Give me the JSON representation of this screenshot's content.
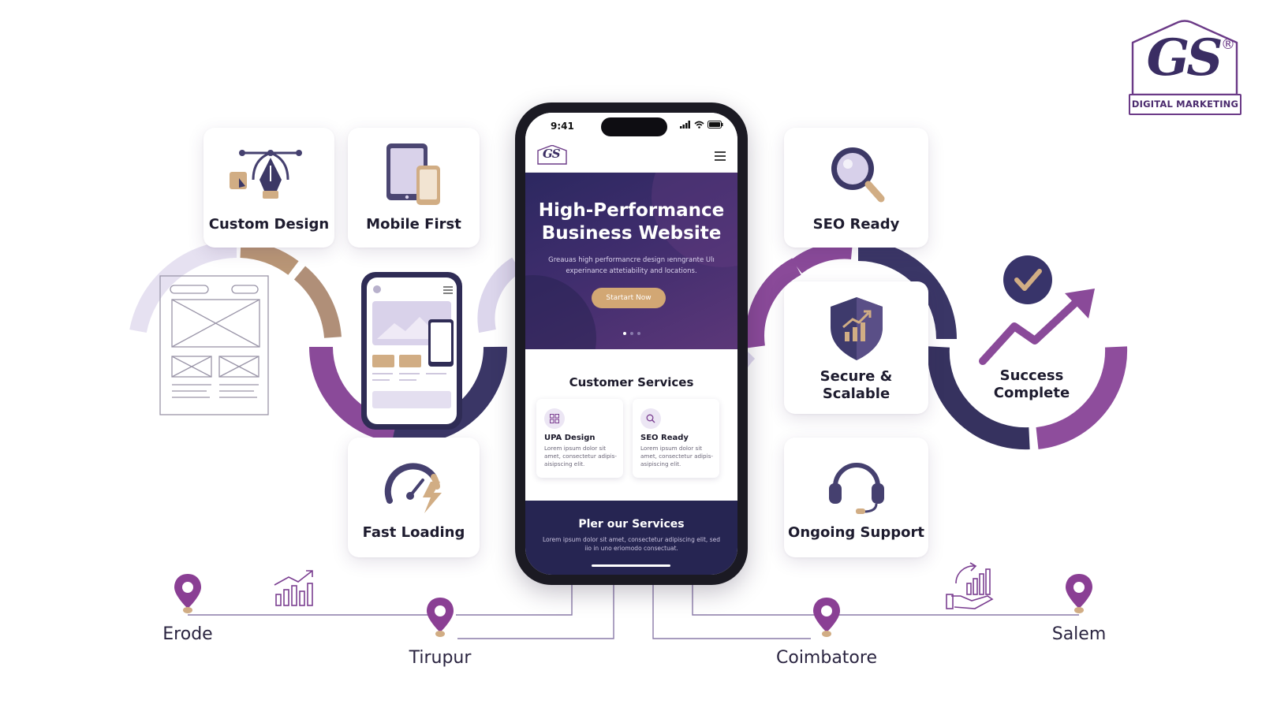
{
  "brand": {
    "logo_text": "GS",
    "registered_mark": "®",
    "subtitle": "DIGITAL MARKETING"
  },
  "features": [
    {
      "label": "Custom Design",
      "icon": "pen-tool-icon"
    },
    {
      "label": "Mobile First",
      "icon": "devices-icon"
    },
    {
      "label": "Fast Loading",
      "icon": "speedometer-icon"
    },
    {
      "label": "SEO Ready",
      "icon": "magnifier-icon"
    },
    {
      "label": "Secure & Scalable",
      "icon": "shield-chart-icon"
    },
    {
      "label": "Ongoing Support",
      "icon": "headset-icon"
    },
    {
      "label": "Success Complete",
      "icon": "trend-arrow-icon"
    }
  ],
  "phone": {
    "status_time": "9:41",
    "header_logo": "GS",
    "hero": {
      "title": "High-Performance Business Website",
      "text": "Greauas high performancre design ıenngrante Ulı experinance attetiability and locations.",
      "button": "Startart Now"
    },
    "services_title": "Customer Services",
    "services": [
      {
        "title": "UPA Design",
        "text": "Lorem ipsum dolor sit amet, consectetur adipis-aisipscing elit.",
        "icon": "grid-icon"
      },
      {
        "title": "SEO Ready",
        "text": "Lorem ipsum dolor sit amet, consectetur adipis-asipiscing elit.",
        "icon": "search-icon"
      }
    ],
    "footer_title": "Pler our Services",
    "footer_text": "Lorem ipsum dolor sit amet, consectetur adipiscing elit, sed iio in uno eriomodo consectuat."
  },
  "locations": [
    "Erode",
    "Tirupur",
    "Coimbatore",
    "Salem"
  ],
  "colors": {
    "purple": "#7b3f91",
    "navy": "#36325f",
    "tan": "#c8a27c",
    "lavender": "#d9d3ea",
    "hero_dark": "#2c2860"
  }
}
